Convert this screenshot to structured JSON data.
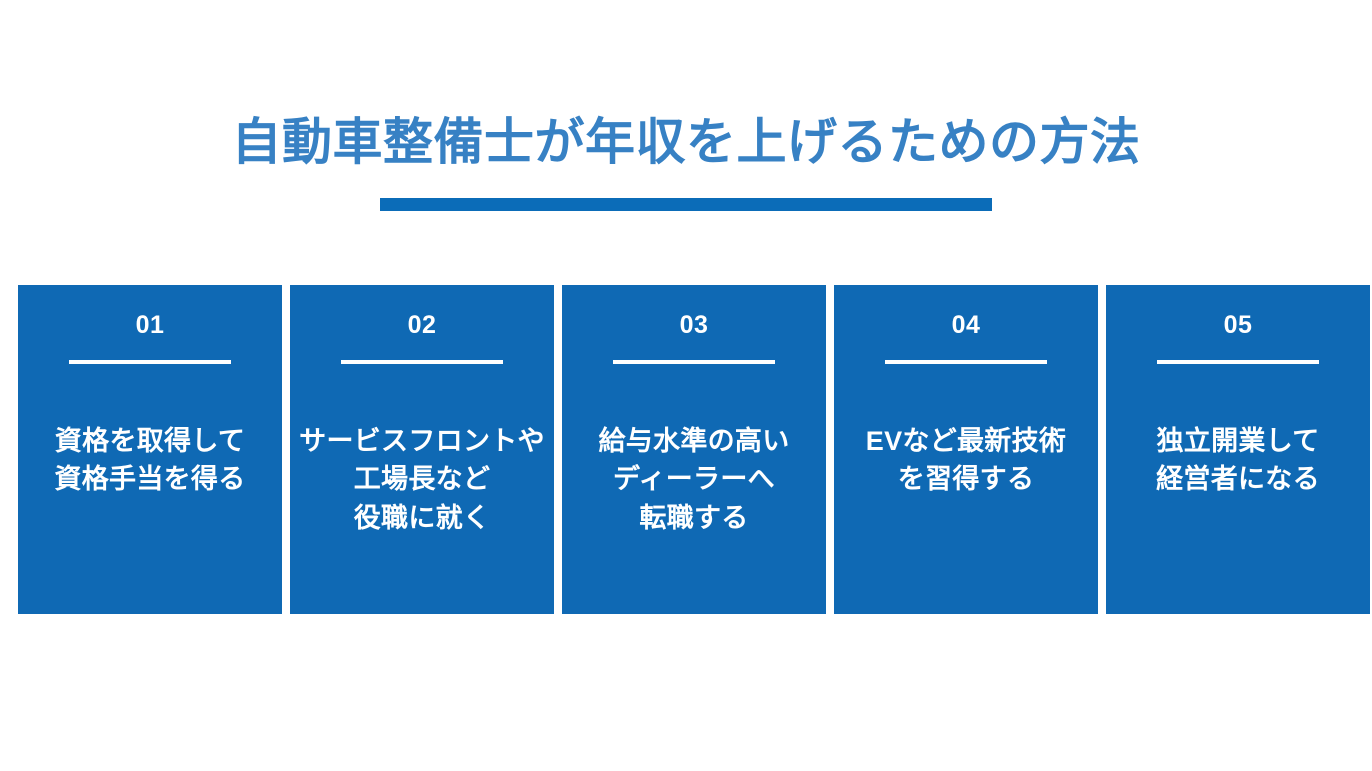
{
  "slide": {
    "background_color": "#ffffff",
    "title": "自動車整備士が年収を上げるための方法",
    "title_color": "#3781c4",
    "accent_color": "#0b6cb8",
    "card_color": "#0f69b4",
    "card_text_color": "#ffffff"
  },
  "cards": [
    {
      "number": "01",
      "lines": [
        "資格を取得して",
        "資格手当を得る"
      ]
    },
    {
      "number": "02",
      "lines": [
        "サービスフロントや",
        "工場長など",
        "役職に就く"
      ]
    },
    {
      "number": "03",
      "lines": [
        "給与水準の高い",
        "ディーラーへ",
        "転職する"
      ]
    },
    {
      "number": "04",
      "lines": [
        "EVなど最新技術",
        "を習得する"
      ]
    },
    {
      "number": "05",
      "lines": [
        "独立開業して",
        "経営者になる"
      ]
    }
  ]
}
